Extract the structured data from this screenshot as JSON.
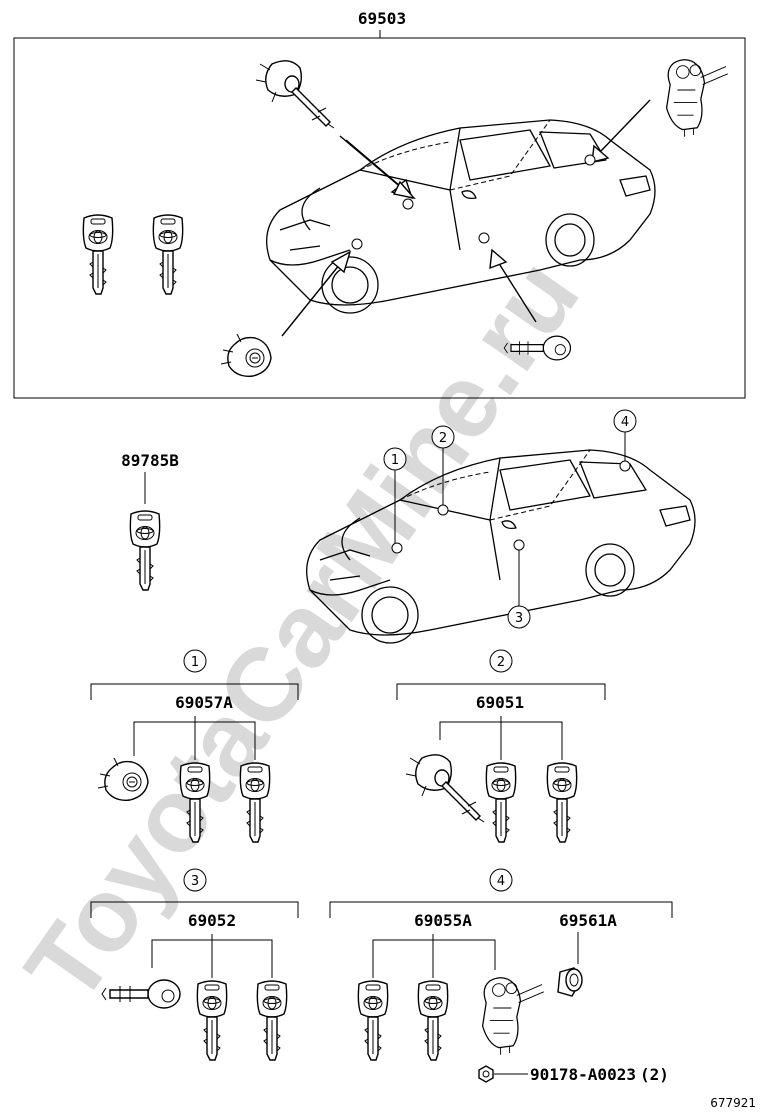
{
  "watermark": "ToyotaCarMine.ru",
  "diagram_id": "677921",
  "top_set": {
    "part_number": "69503"
  },
  "spare_key": {
    "part_number": "89785B"
  },
  "callouts": [
    "1",
    "2",
    "3",
    "4"
  ],
  "groups": [
    {
      "index": "1",
      "part_number": "69057A"
    },
    {
      "index": "2",
      "part_number": "69051"
    },
    {
      "index": "3",
      "part_number": "69052"
    },
    {
      "index": "4",
      "part_number": "69055A"
    }
  ],
  "extra_parts": [
    {
      "part_number": "69561A"
    },
    {
      "part_number": "90178-A0023",
      "quantity": "(2)"
    }
  ]
}
